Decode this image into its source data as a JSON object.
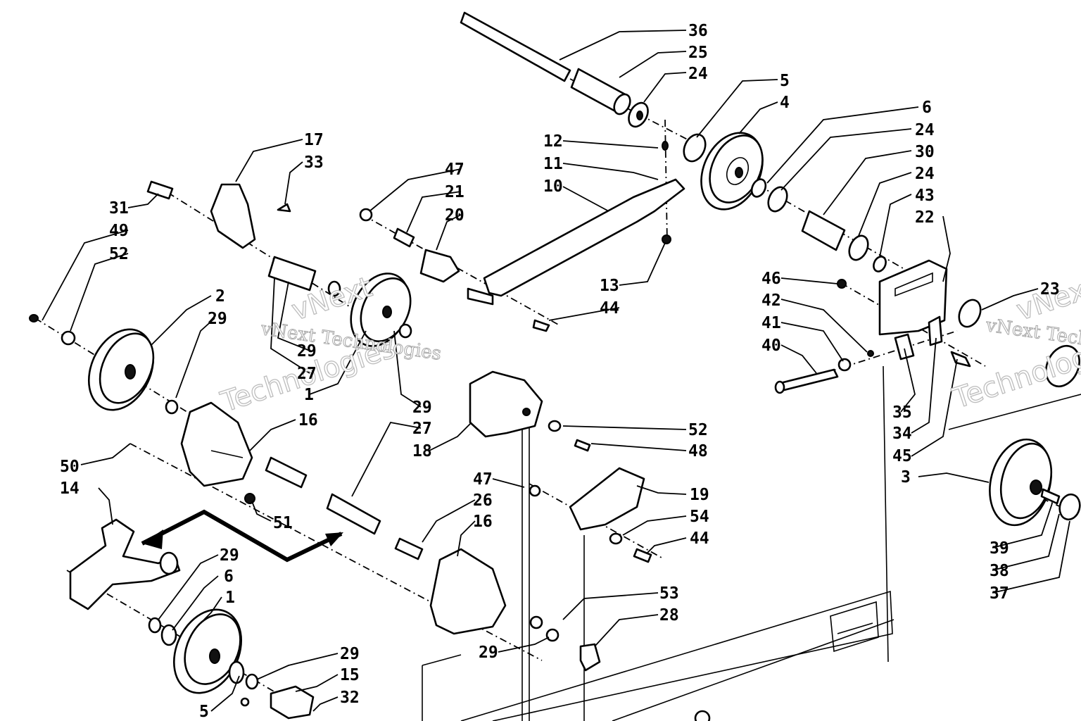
{
  "watermark": {
    "line1": "vNext",
    "line2": "Technologies",
    "line3": "vNext Technologies"
  },
  "callouts": {
    "c36": "36",
    "c25": "25",
    "c24a": "24",
    "c5a": "5",
    "c4": "4",
    "c12": "12",
    "c11": "11",
    "c10": "10",
    "c6a": "6",
    "c24b": "24",
    "c30": "30",
    "c24c": "24",
    "c43": "43",
    "c22": "22",
    "c17": "17",
    "c33": "33",
    "c31": "31",
    "c49": "49",
    "c52a": "52",
    "c47a": "47",
    "c21": "21",
    "c20": "20",
    "c13": "13",
    "c44a": "44",
    "c46": "46",
    "c42": "42",
    "c41": "41",
    "c40": "40",
    "c23": "23",
    "c2": "2",
    "c29a": "29",
    "c29b": "29",
    "c27a": "27",
    "c1a": "1",
    "c29c": "29",
    "c27b": "27",
    "c18": "18",
    "c52b": "52",
    "c48": "48",
    "c16a": "16",
    "c50": "50",
    "c14": "14",
    "c51": "51",
    "c35": "35",
    "c34": "34",
    "c45": "45",
    "c3": "3",
    "c47b": "47",
    "c26": "26",
    "c16b": "16",
    "c19": "19",
    "c54": "54",
    "c44b": "44",
    "c29d": "29",
    "c6b": "6",
    "c1b": "1",
    "c39": "39",
    "c38": "38",
    "c37": "37",
    "c53": "53",
    "c28": "28",
    "c29e": "29",
    "c29f": "29",
    "c15": "15",
    "c32": "32",
    "c5b": "5"
  }
}
